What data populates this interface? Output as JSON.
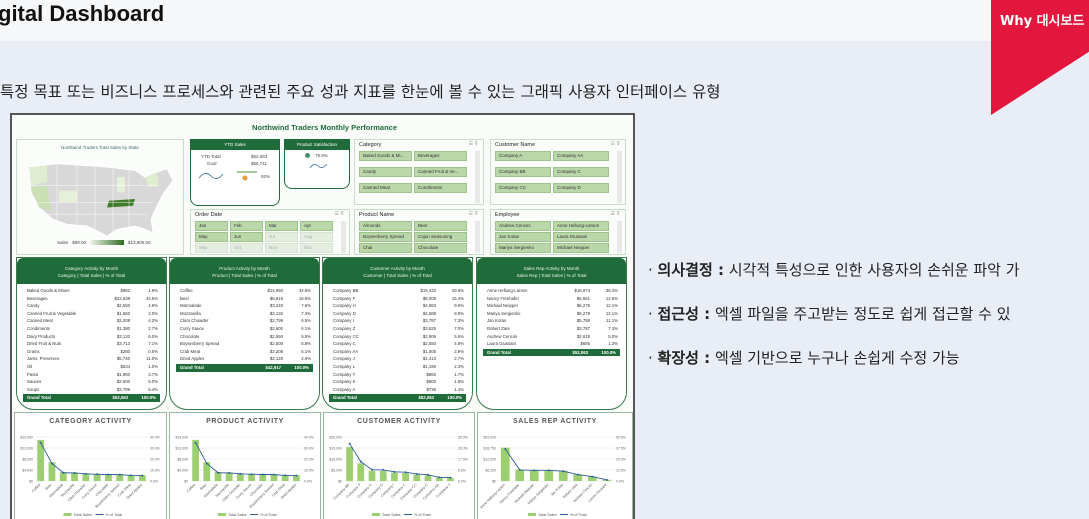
{
  "slide": {
    "title": "gital Dashboard",
    "ribbon": "Why 대시보드",
    "description": "특정 목표 또는 비즈니스 프로세스와 관련된 주요 성과 지표를 한눈에 볼 수 있는 그래픽 사용자 인터페이스 유형"
  },
  "bullets": [
    {
      "term": "의사결정 :",
      "text": " 시각적 특성으로 인한 사용자의 손쉬운 파악 가"
    },
    {
      "term": "접근성 :",
      "text": " 엑셀 파일을 주고받는 정도로 쉽게 접근할 수 있"
    },
    {
      "term": "확장성 :",
      "text": " 엑셀 기반으로 누구나 손쉽게 수정 가능"
    }
  ],
  "dashboard": {
    "title": "Northwind Traders Monthly Performance",
    "map": {
      "title": "Northwind Traders Total Sales by State",
      "legend_label": "Sales",
      "legend_min": "$99.00",
      "legend_max": "$13,800.00"
    },
    "ytd": {
      "header": "YTD Sales",
      "total_label": "YTD Total",
      "total_value": "$52,063",
      "goal_label": "Goal",
      "goal_value": "$56,711",
      "pct": "92%"
    },
    "satisfaction": {
      "header": "Product Satisfaction",
      "value": "78.9%"
    },
    "slicers": {
      "category": {
        "label": "Category",
        "items": [
          "Baked Goods & Mi...",
          "Beverages",
          "Candy",
          "Canned Fruit & Ve...",
          "Canned Meat",
          "Condiments"
        ]
      },
      "customer": {
        "label": "Customer Name",
        "items": [
          "Company A",
          "Company AA",
          "Company BB",
          "Company C",
          "Company CC",
          "Company D"
        ]
      },
      "order_date": {
        "label": "Order Date",
        "items": [
          "Jan",
          "Feb",
          "Mar",
          "Apr",
          "May",
          "Jun",
          "Jul",
          "Aug",
          "Sep",
          "Oct",
          "Nov",
          "Dec"
        ]
      },
      "product": {
        "label": "Product Name",
        "items": [
          "Almonds",
          "Beer",
          "Boysenberry Spread",
          "Cajun Seasoning",
          "Chai",
          "Chocolate"
        ]
      },
      "employee": {
        "label": "Employee",
        "items": [
          "Andrew Cencini",
          "Anne Hellung-Larsen",
          "Jan Kotas",
          "Laura Giussani",
          "Mariya Sergienko",
          "Michael Neipper"
        ]
      }
    },
    "tables": [
      {
        "title": "Category Activity by Month",
        "subtitle": "Category | Total Sales | % of Total",
        "rows": [
          [
            "Baked Goods & Mixes",
            "$982",
            "1.9%"
          ],
          [
            "Beverages",
            "$22,638",
            "43.5%"
          ],
          [
            "Candy",
            "$2,550",
            "4.9%"
          ],
          [
            "Canned Fruit & Vegetable",
            "$1,560",
            "3.0%"
          ],
          [
            "Canned Meat",
            "$2,208",
            "4.2%"
          ],
          [
            "Condiments",
            "$1,380",
            "2.7%"
          ],
          [
            "Dairy Products",
            "$3,132",
            "6.0%"
          ],
          [
            "Dried Fruit & Nuts",
            "$3,713",
            "7.1%"
          ],
          [
            "Grains",
            "$280",
            "0.5%"
          ],
          [
            "Jams, Preserves",
            "$5,740",
            "11.0%"
          ],
          [
            "Oil",
            "$534",
            "1.0%"
          ],
          [
            "Pasta",
            "$1,950",
            "3.7%"
          ],
          [
            "Sauces",
            "$2,600",
            "5.0%"
          ],
          [
            "Soups",
            "$2,799",
            "5.4%"
          ]
        ],
        "total": [
          "Grand Total",
          "$52,063",
          "100.0%"
        ]
      },
      {
        "title": "Product Activity by Month",
        "subtitle": "Product | Total Sales | % of Total",
        "rows": [
          [
            "Coffee",
            "$14,950",
            "34.8%"
          ],
          [
            "Beer",
            "$6,818",
            "15.9%"
          ],
          [
            "Marmalade",
            "$3,240",
            "7.5%"
          ],
          [
            "Mozzarella",
            "$3,132",
            "7.3%"
          ],
          [
            "Clam Chowder",
            "$2,799",
            "6.5%"
          ],
          [
            "Curry Sauce",
            "$2,600",
            "6.1%"
          ],
          [
            "Chocolate",
            "$2,550",
            "5.9%"
          ],
          [
            "Boysenberry Spread",
            "$2,500",
            "5.8%"
          ],
          [
            "Crab Meat",
            "$2,208",
            "5.1%"
          ],
          [
            "Dried Apples",
            "$2,120",
            "4.9%"
          ]
        ],
        "total": [
          "Grand Total",
          "$42,917",
          "100.0%"
        ]
      },
      {
        "title": "Customer Activity by Month",
        "subtitle": "Customer | Total Sales | % of Total",
        "rows": [
          [
            "Company BB",
            "$15,433",
            "29.6%"
          ],
          [
            "Company F",
            "$8,008",
            "15.4%"
          ],
          [
            "Company H",
            "$4,683",
            "9.0%"
          ],
          [
            "Company D",
            "$4,589",
            "8.8%"
          ],
          [
            "Company I",
            "$3,787",
            "7.3%"
          ],
          [
            "Company Z",
            "$3,625",
            "7.0%"
          ],
          [
            "Company CC",
            "$2,906",
            "5.6%"
          ],
          [
            "Company C",
            "$2,550",
            "4.9%"
          ],
          [
            "Company AA",
            "$1,505",
            "2.9%"
          ],
          [
            "Company J",
            "$1,413",
            "2.7%"
          ],
          [
            "Company L",
            "$1,190",
            "2.3%"
          ],
          [
            "Company Y",
            "$860",
            "1.7%"
          ],
          [
            "Company K",
            "$800",
            "1.5%"
          ],
          [
            "Company A",
            "$736",
            "1.4%"
          ]
        ],
        "total": [
          "Grand Total",
          "$52,063",
          "100.0%"
        ]
      },
      {
        "title": "Sales Rep Activity by Month",
        "subtitle": "Sales Rep | Total Sales | % of Total",
        "rows": [
          [
            "Anne Hellung-Larsen",
            "$18,974",
            "36.4%"
          ],
          [
            "Nancy Freehafer",
            "$6,561",
            "12.6%"
          ],
          [
            "Michael Neipper",
            "$6,278",
            "12.1%"
          ],
          [
            "Mariya Sergienko",
            "$6,278",
            "12.1%"
          ],
          [
            "Jan Kotas",
            "$5,788",
            "11.1%"
          ],
          [
            "Robert Zare",
            "$3,787",
            "7.3%"
          ],
          [
            "Andrew Cencini",
            "$2,618",
            "5.0%"
          ],
          [
            "Laura Giussani",
            "$685",
            "1.3%"
          ]
        ],
        "total": [
          "Grand Total",
          "$52,063",
          "100.0%"
        ]
      }
    ],
    "legend": {
      "bars": "Total Sales",
      "line": "% of Total"
    }
  },
  "chart_data": [
    {
      "type": "bar",
      "title": "CATEGORY ACTIVITY",
      "categories": [
        "Coffee",
        "Beer",
        "Marmalade",
        "Mozzarella",
        "Clam Chowder",
        "Curry Sauce",
        "Chocolate",
        "Boysenberry Spread",
        "Crab Meat",
        "Dried Apples"
      ],
      "values": [
        14950,
        6818,
        3240,
        3132,
        2799,
        2600,
        2550,
        2500,
        2208,
        2120
      ],
      "line": [
        34.8,
        15.9,
        7.5,
        7.3,
        6.5,
        6.1,
        5.9,
        5.8,
        5.1,
        4.9
      ],
      "ylim": [
        0,
        16000
      ],
      "y2lim": [
        0,
        40
      ]
    },
    {
      "type": "bar",
      "title": "PRODUCT ACTIVITY",
      "categories": [
        "Coffee",
        "Beer",
        "Marmalade",
        "Mozzarella",
        "Clam Chowder",
        "Curry Sauce",
        "Chocolate",
        "Boysenberry Spread",
        "Crab Meat",
        "Dried Apples"
      ],
      "values": [
        14950,
        6818,
        3240,
        3132,
        2799,
        2600,
        2550,
        2500,
        2208,
        2120
      ],
      "line": [
        34.8,
        15.9,
        7.5,
        7.3,
        6.5,
        6.1,
        5.9,
        5.8,
        5.1,
        4.9
      ],
      "ylim": [
        0,
        16000
      ],
      "y2lim": [
        0,
        40
      ]
    },
    {
      "type": "bar",
      "title": "CUSTOMER ACTIVITY",
      "categories": [
        "Company BB",
        "Company F",
        "Company H",
        "Company D",
        "Company I",
        "Company Z",
        "Company CC",
        "Company C",
        "Company AA",
        "Company J"
      ],
      "values": [
        15433,
        8008,
        4683,
        4589,
        3787,
        3625,
        2906,
        2550,
        1505,
        1413
      ],
      "line": [
        29.6,
        15.4,
        9.0,
        8.8,
        7.3,
        7.0,
        5.6,
        4.9,
        2.9,
        2.7
      ],
      "ylim": [
        0,
        20000
      ],
      "y2lim": [
        0,
        35
      ]
    },
    {
      "type": "bar",
      "title": "SALES REP ACTIVITY",
      "categories": [
        "Anne Hellung-Larsen",
        "Nancy Freehafer",
        "Michael Neipper",
        "Mariya Sergienko",
        "Jan Kotas",
        "Robert Zare",
        "Andrew Cencini",
        "Laura Giussani"
      ],
      "values": [
        18974,
        6561,
        6278,
        6278,
        5788,
        3787,
        2618,
        685
      ],
      "line": [
        36.4,
        12.6,
        12.1,
        12.1,
        11.1,
        7.3,
        5.0,
        1.3
      ],
      "ylim": [
        0,
        25000
      ],
      "y2lim": [
        0,
        50
      ]
    }
  ]
}
